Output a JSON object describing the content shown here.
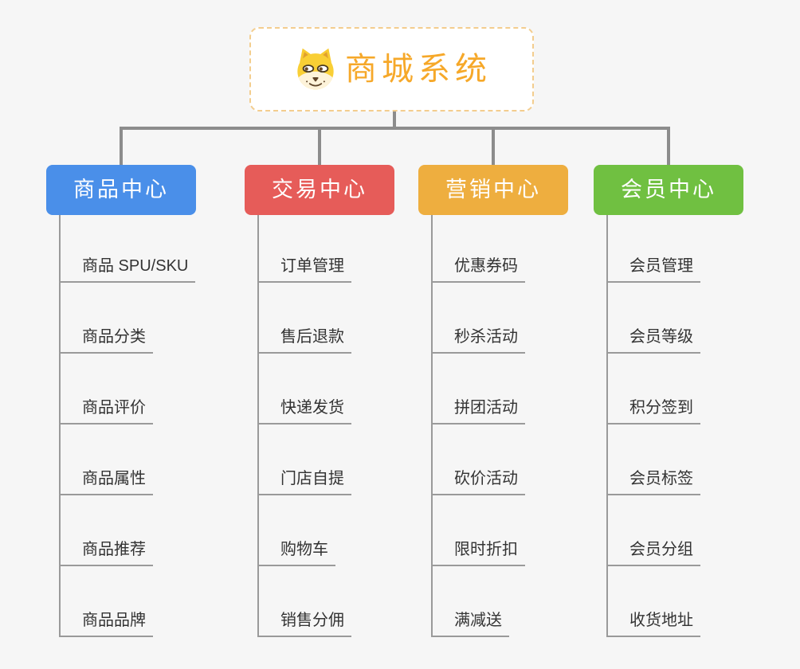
{
  "root": {
    "title": "商城系统",
    "icon": "dog-icon"
  },
  "categories": [
    {
      "label": "商品中心",
      "color": "#4a8fe9",
      "items": [
        "商品 SPU/SKU",
        "商品分类",
        "商品评价",
        "商品属性",
        "商品推荐",
        "商品品牌"
      ]
    },
    {
      "label": "交易中心",
      "color": "#e65c59",
      "items": [
        "订单管理",
        "售后退款",
        "快递发货",
        "门店自提",
        "购物车",
        "销售分佣"
      ]
    },
    {
      "label": "营销中心",
      "color": "#eeae3f",
      "items": [
        "优惠券码",
        "秒杀活动",
        "拼团活动",
        "砍价活动",
        "限时折扣",
        "满减送"
      ]
    },
    {
      "label": "会员中心",
      "color": "#70c041",
      "items": [
        "会员管理",
        "会员等级",
        "积分签到",
        "会员标签",
        "会员分组",
        "收货地址"
      ]
    }
  ],
  "colors": {
    "background": "#f6f6f6",
    "root_text": "#f6a829",
    "root_border": "#f3cd8e",
    "connector": "#8c8c8c",
    "underline": "#9a9a9a",
    "item_text": "#333333"
  }
}
